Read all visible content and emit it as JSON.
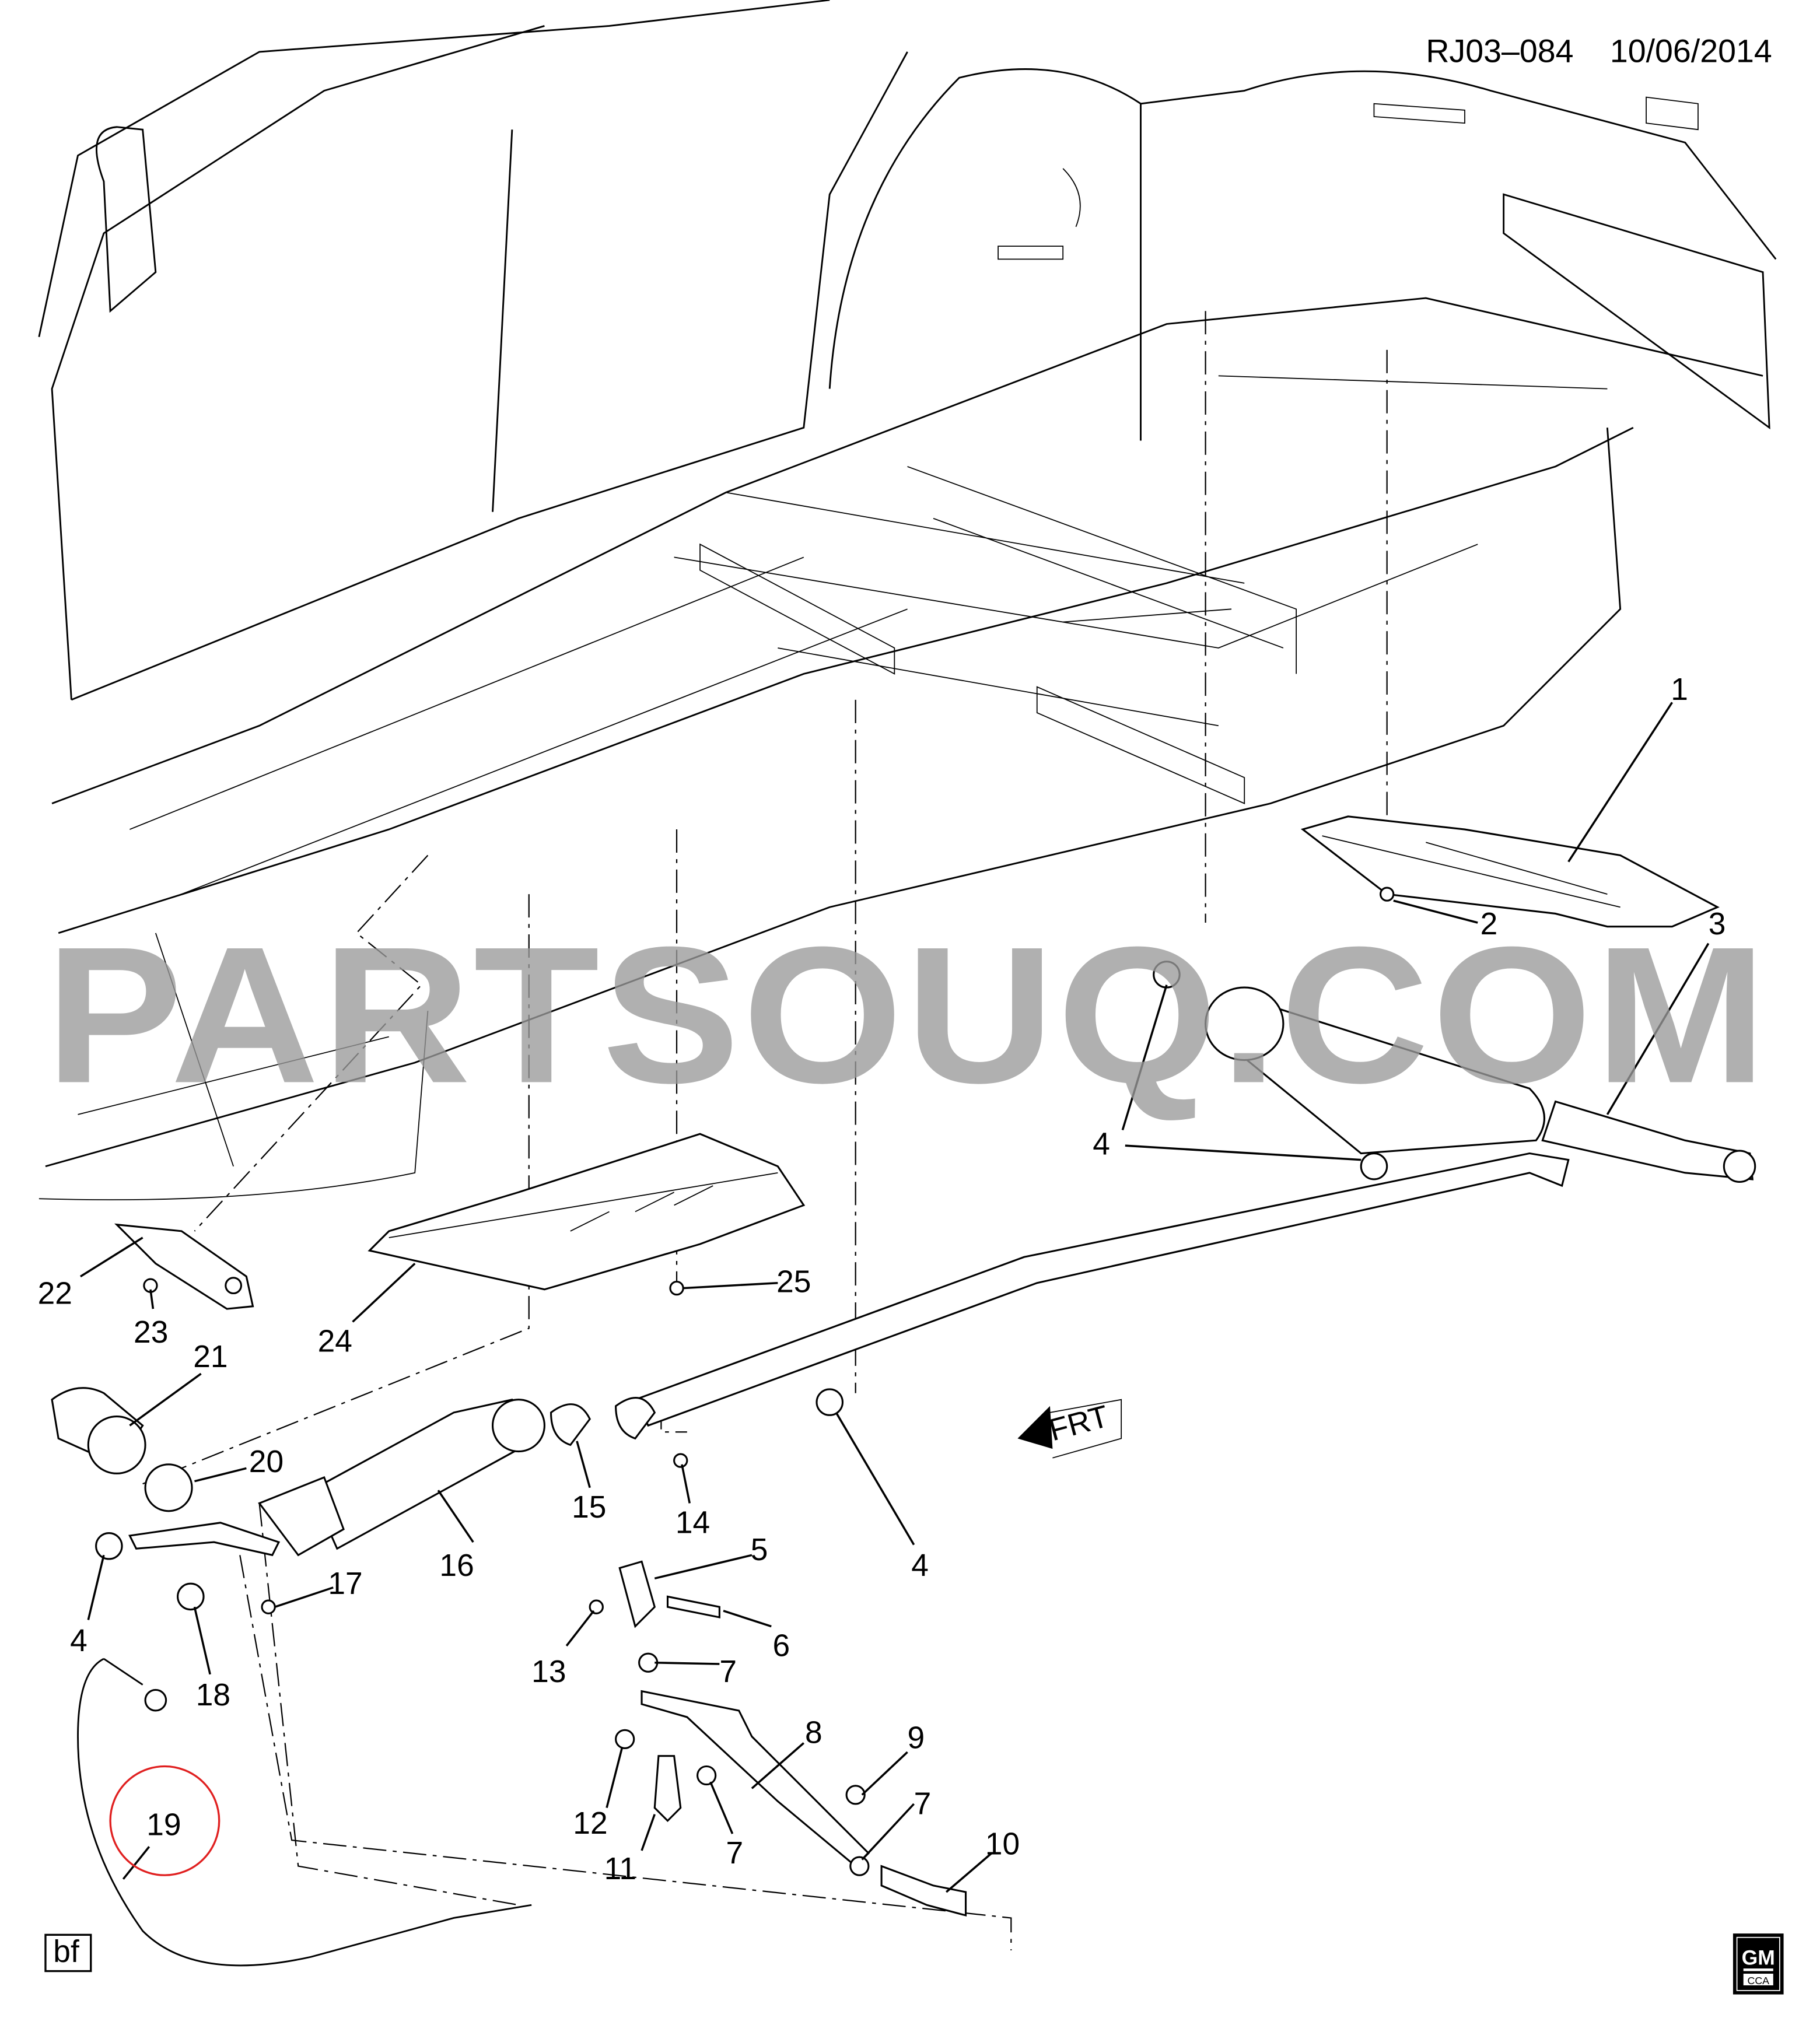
{
  "header": {
    "diagram_code": "RJ03–084",
    "date": "10/06/2014"
  },
  "watermark": "PARTSOUQ.COM",
  "front_indicator": "FRT",
  "corner_tag": "bf",
  "logo": {
    "main": "GM",
    "sub": "CCA"
  },
  "highlight_color": "#e02020",
  "callouts": [
    "1",
    "2",
    "3",
    "4",
    "4",
    "4",
    "5",
    "6",
    "7",
    "7",
    "7",
    "8",
    "9",
    "10",
    "11",
    "12",
    "13",
    "14",
    "15",
    "16",
    "17",
    "18",
    "19",
    "20",
    "21",
    "22",
    "23",
    "24",
    "25"
  ],
  "highlighted_callout": "19"
}
